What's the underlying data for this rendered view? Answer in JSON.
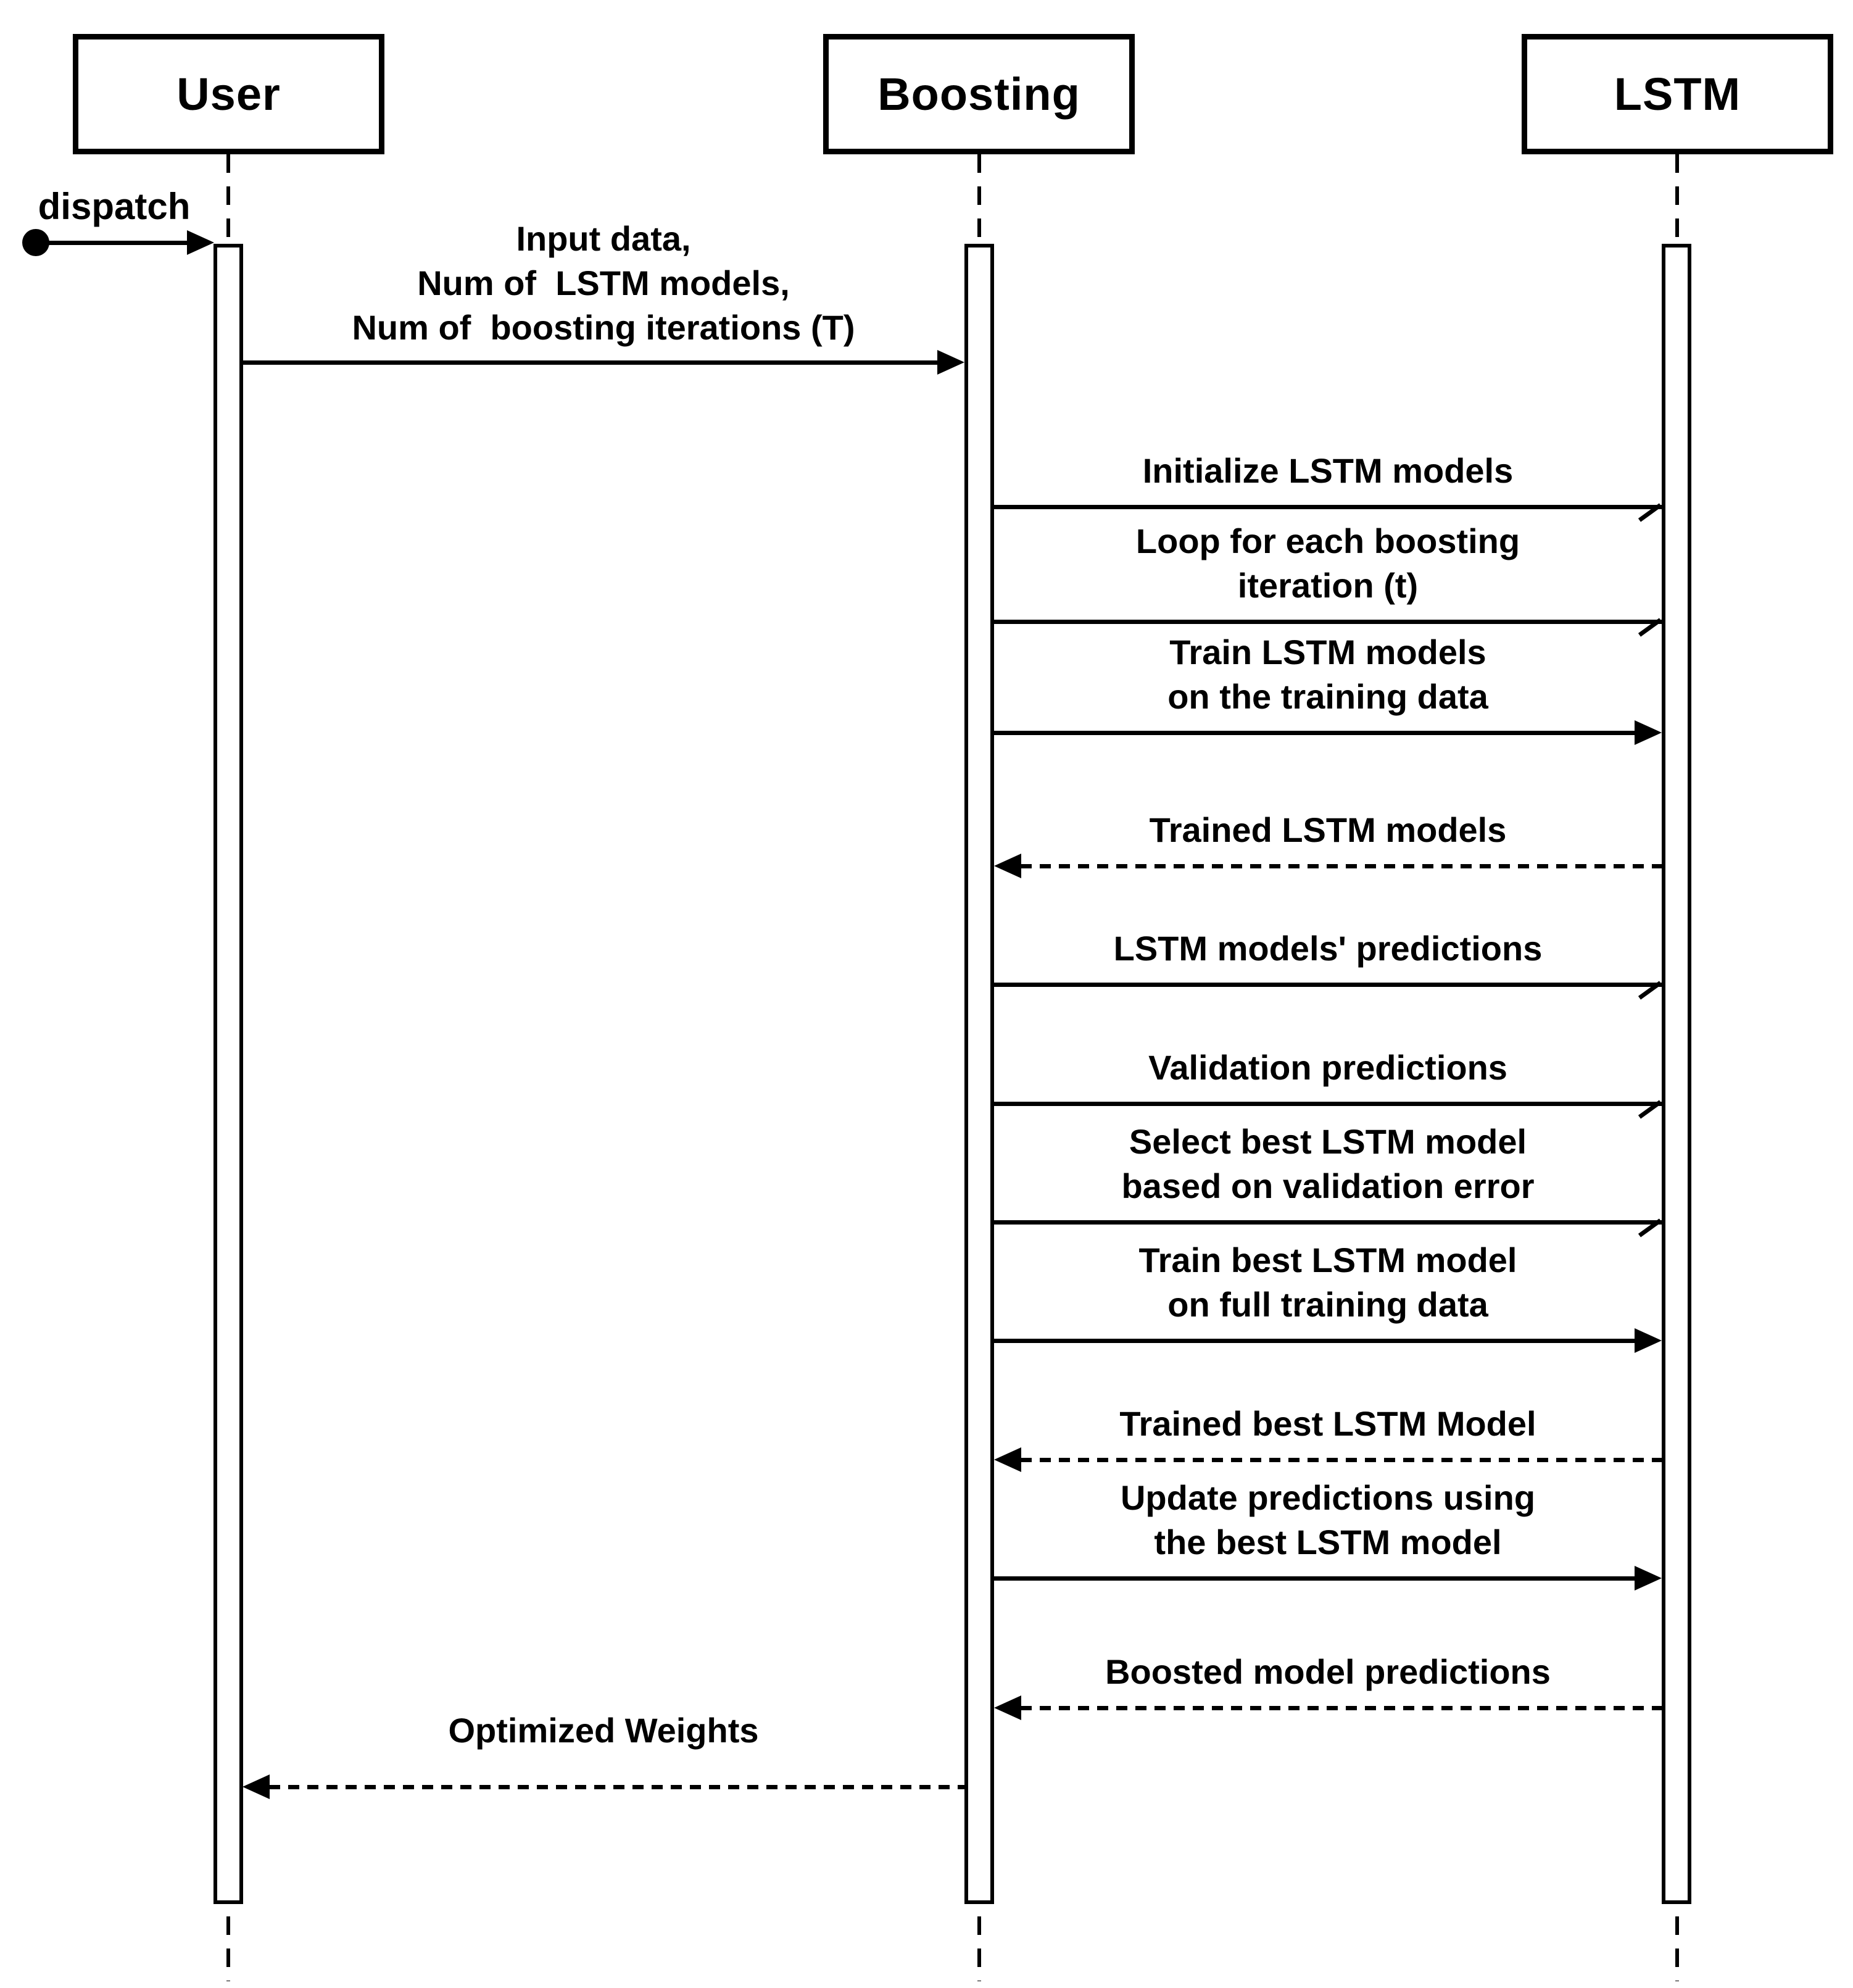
{
  "title": "Boosting LSTM sequence diagram",
  "colors": {
    "line": "#000000",
    "background": "#ffffff",
    "text": "#000000"
  },
  "actors": [
    {
      "id": "user",
      "label": "User"
    },
    {
      "id": "boosting",
      "label": "Boosting"
    },
    {
      "id": "lstm",
      "label": "LSTM"
    }
  ],
  "messages": [
    {
      "id": "dispatch",
      "label": "dispatch",
      "from": "start",
      "to": "User",
      "line": "solid",
      "arrowhead": "filled",
      "direction": "right"
    },
    {
      "id": "input-data",
      "label": "Input data,\nNum of  LSTM models,\nNum of  boosting iterations (T)",
      "from": "User",
      "to": "Boosting",
      "line": "solid",
      "arrowhead": "filled",
      "direction": "right"
    },
    {
      "id": "initialize-lstm-models",
      "label": "Initialize LSTM models",
      "from": "Boosting",
      "to": "LSTM",
      "line": "solid",
      "arrowhead": "open",
      "direction": "right"
    },
    {
      "id": "loop-boosting-iteration",
      "label": "Loop for each boosting\niteration (t)",
      "from": "Boosting",
      "to": "LSTM",
      "line": "solid",
      "arrowhead": "open",
      "direction": "right"
    },
    {
      "id": "train-lstm-models",
      "label": "Train LSTM models\non the training data",
      "from": "Boosting",
      "to": "LSTM",
      "line": "solid",
      "arrowhead": "filled",
      "direction": "right"
    },
    {
      "id": "trained-lstm-models",
      "label": "Trained LSTM models",
      "from": "LSTM",
      "to": "Boosting",
      "line": "dashed",
      "arrowhead": "filled",
      "direction": "left"
    },
    {
      "id": "lstm-models-predictions",
      "label": "LSTM models' predictions",
      "from": "Boosting",
      "to": "LSTM",
      "line": "solid",
      "arrowhead": "open",
      "direction": "right"
    },
    {
      "id": "validation-predictions",
      "label": "Validation predictions",
      "from": "Boosting",
      "to": "LSTM",
      "line": "solid",
      "arrowhead": "open",
      "direction": "right"
    },
    {
      "id": "select-best-lstm-model",
      "label": "Select best LSTM model\nbased on validation error",
      "from": "Boosting",
      "to": "LSTM",
      "line": "solid",
      "arrowhead": "open",
      "direction": "right"
    },
    {
      "id": "train-best-lstm-model",
      "label": "Train best LSTM model\non full training data",
      "from": "Boosting",
      "to": "LSTM",
      "line": "solid",
      "arrowhead": "filled",
      "direction": "right"
    },
    {
      "id": "trained-best-lstm-model",
      "label": "Trained best LSTM Model",
      "from": "LSTM",
      "to": "Boosting",
      "line": "dashed",
      "arrowhead": "filled",
      "direction": "left"
    },
    {
      "id": "update-predictions",
      "label": "Update predictions using\nthe best LSTM model",
      "from": "Boosting",
      "to": "LSTM",
      "line": "solid",
      "arrowhead": "filled",
      "direction": "right"
    },
    {
      "id": "boosted-model-predictions",
      "label": "Boosted model predictions",
      "from": "LSTM",
      "to": "Boosting",
      "line": "dashed",
      "arrowhead": "filled",
      "direction": "left"
    },
    {
      "id": "optimized-weights",
      "label": "Optimized Weights",
      "from": "Boosting",
      "to": "User",
      "line": "dashed",
      "arrowhead": "filled",
      "direction": "left"
    }
  ]
}
